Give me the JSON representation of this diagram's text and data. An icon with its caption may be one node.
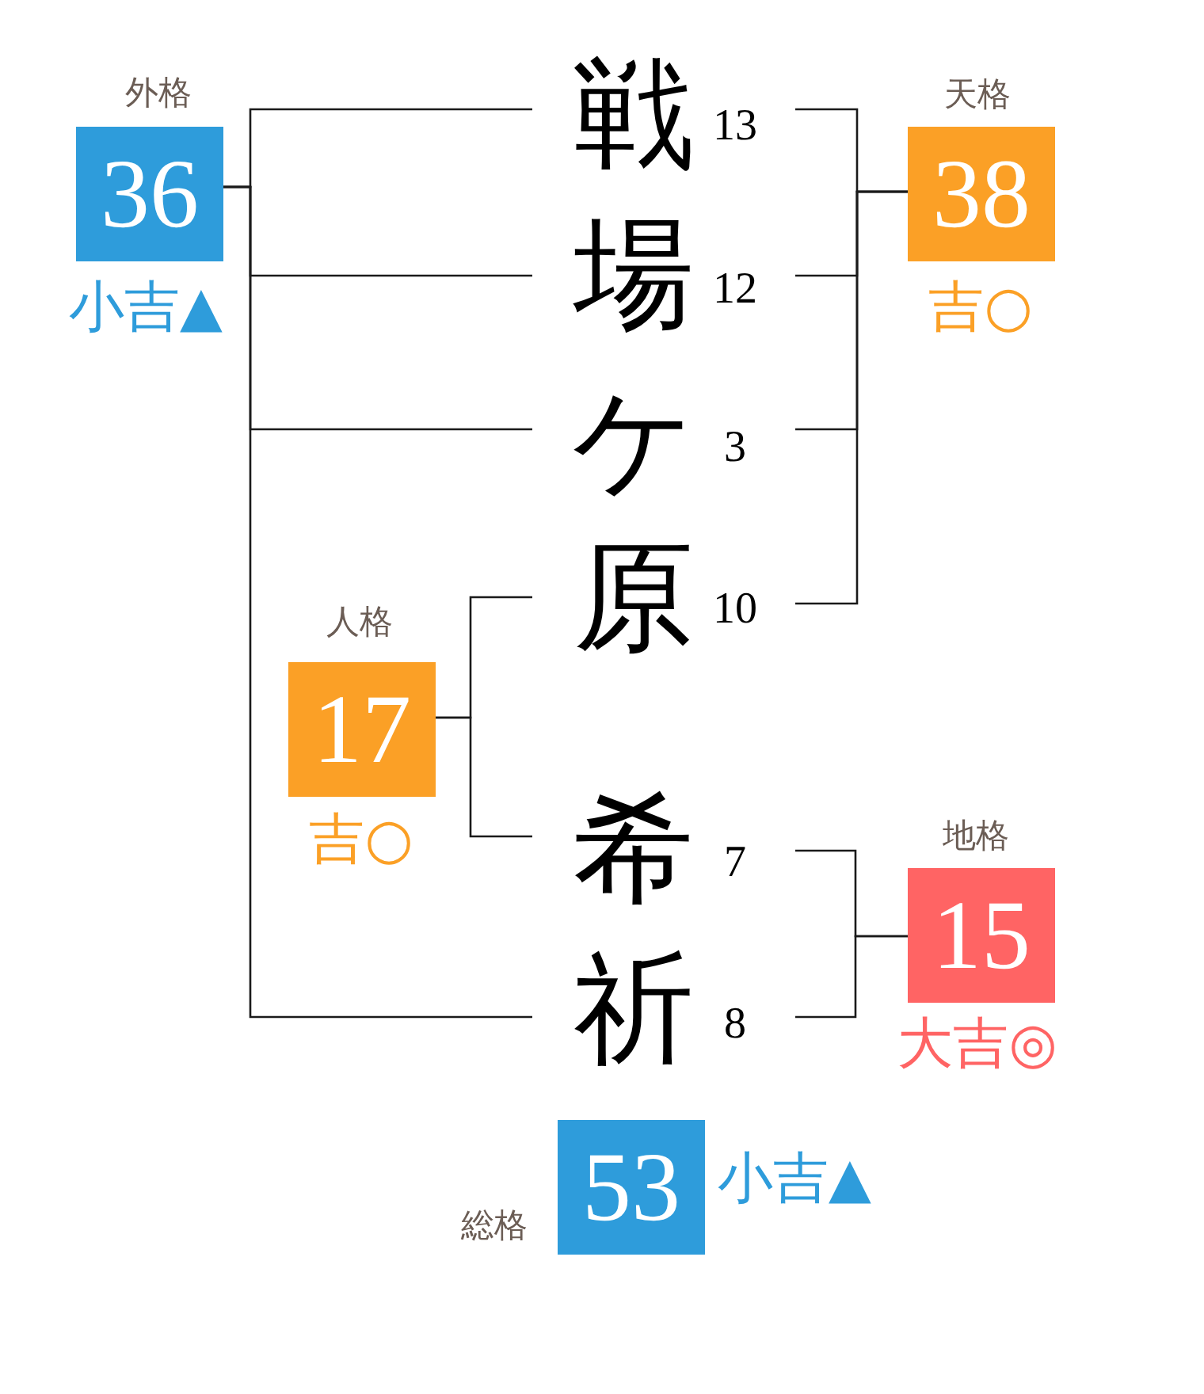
{
  "diagram": {
    "nodes": [
      {
        "text": [
          "外格",
          "36"
        ],
        "beside": [
          "小吉▲"
        ]
      },
      {
        "text": [
          "戦"
        ],
        "beside": [
          "13"
        ]
      },
      {
        "text": [
          "天格",
          "38"
        ],
        "beside": [
          "吉○"
        ]
      },
      {
        "text": [
          "場"
        ],
        "beside": [
          "12"
        ]
      },
      {
        "text": [
          "ケ"
        ],
        "beside": [
          "3"
        ]
      },
      {
        "text": [
          "原"
        ],
        "beside": [
          "10"
        ]
      },
      {
        "text": [
          "人格",
          "17"
        ],
        "beside": [
          "吉○"
        ]
      },
      {
        "text": [
          "希"
        ],
        "beside": [
          "7"
        ]
      },
      {
        "text": [
          "地格",
          "15"
        ],
        "beside": [
          "大吉◎"
        ]
      },
      {
        "text": [
          "祈"
        ],
        "beside": [
          "8"
        ]
      },
      {
        "text": [
          "総格",
          "53"
        ],
        "beside": [
          "小吉▲"
        ]
      }
    ],
    "edges": [
      {
        "from": 0,
        "to": 1,
        "arrow": "none"
      },
      {
        "from": 0,
        "to": 3,
        "arrow": "none"
      },
      {
        "from": 0,
        "to": 4,
        "arrow": "none"
      },
      {
        "from": 0,
        "to": 9,
        "arrow": "none"
      },
      {
        "from": 2,
        "to": 1,
        "arrow": "none"
      },
      {
        "from": 2,
        "to": 3,
        "arrow": "none"
      },
      {
        "from": 2,
        "to": 4,
        "arrow": "none"
      },
      {
        "from": 2,
        "to": 5,
        "arrow": "none"
      },
      {
        "from": 6,
        "to": 5,
        "arrow": "none"
      },
      {
        "from": 6,
        "to": 7,
        "arrow": "none"
      },
      {
        "from": 8,
        "to": 7,
        "arrow": "none"
      },
      {
        "from": 8,
        "to": 9,
        "arrow": "none"
      }
    ]
  }
}
